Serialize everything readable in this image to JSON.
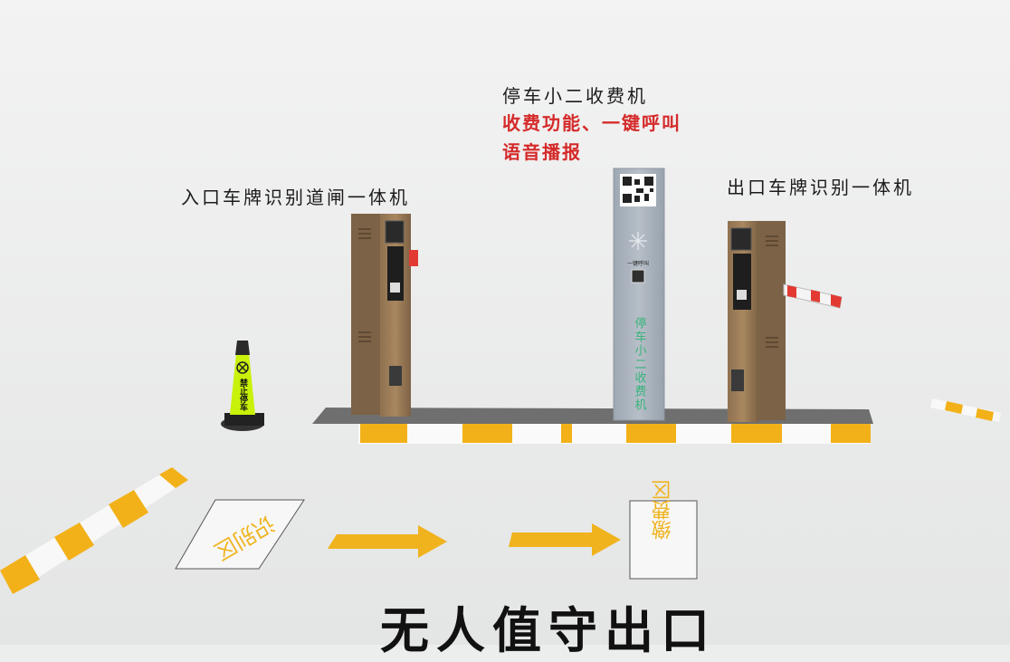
{
  "labels": {
    "entry_machine": "入口车牌识别道闸一体机",
    "kiosk_title": "停车小二收费机",
    "kiosk_feature_1": "收费功能、一键呼叫",
    "kiosk_feature_2": "语音播报",
    "exit_machine": "出口车牌识别一体机"
  },
  "kiosk": {
    "vertical_text": "停车小二收费机",
    "call_button": "一键呼叫"
  },
  "cone": {
    "sign_text": "禁止停车"
  },
  "ground": {
    "marking_left": "识别区",
    "marking_right": "缴费区"
  },
  "footer": {
    "title": "无人值守出口"
  },
  "colors": {
    "cabinet": "#9a7a58",
    "kiosk": "#a9b2bd",
    "curb_yellow": "#f2b118",
    "label_red": "#d52a2a",
    "barrier_red": "#e23a33",
    "cone_green": "#c8f20a",
    "arrow_yellow": "#f0b31e"
  }
}
